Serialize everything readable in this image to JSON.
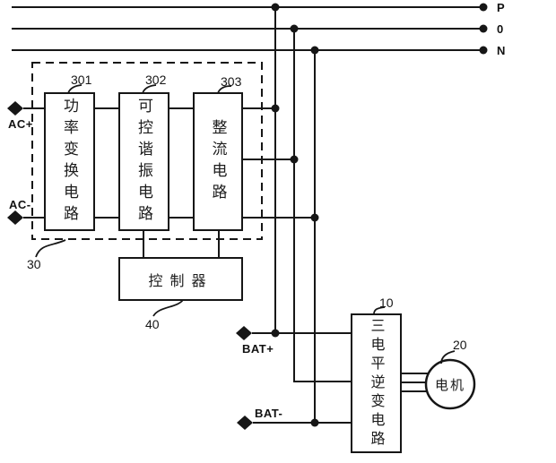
{
  "diagram": {
    "bus_labels": {
      "p": "P",
      "o": "0",
      "n": "N"
    },
    "terminals": {
      "ac_plus": "AC+",
      "ac_minus": "AC-",
      "bat_plus": "BAT+",
      "bat_minus": "BAT-"
    },
    "refs": {
      "group": "30",
      "b301": "301",
      "b302": "302",
      "b303": "303",
      "controller": "40",
      "inverter": "10",
      "motor": "20"
    },
    "blocks": {
      "b301": "功率变换电路",
      "b302": "可控谐振电路",
      "b303": "整流电路",
      "controller": "控制器",
      "inverter": "三电平逆变电路",
      "motor": "电机"
    },
    "colors": {
      "line": "#161616",
      "bg": "#ffffff"
    }
  }
}
